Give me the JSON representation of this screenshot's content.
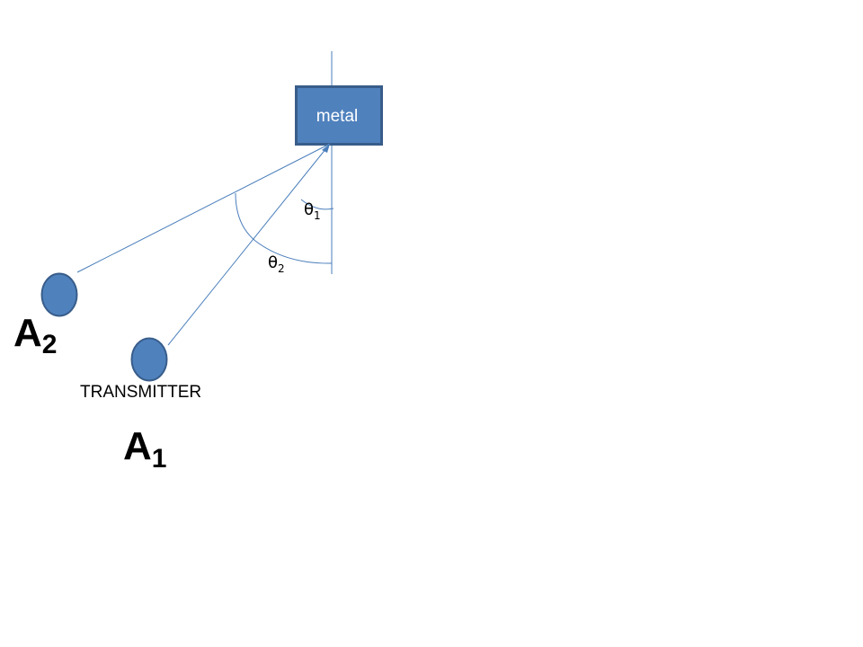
{
  "colors": {
    "line": "#4a7ebb",
    "shape_fill": "#4f81bd",
    "shape_stroke": "#385d8a",
    "label_text": "#000000",
    "metal_text": "#ffffff"
  },
  "metal": {
    "label": "metal"
  },
  "angles": {
    "theta1": {
      "symbol": "θ",
      "subscript": "1"
    },
    "theta2": {
      "symbol": "θ",
      "subscript": "2"
    }
  },
  "antennas": {
    "a1": {
      "letter": "A",
      "subscript": "1",
      "caption": "TRANSMITTER"
    },
    "a2": {
      "letter": "A",
      "subscript": "2"
    }
  }
}
